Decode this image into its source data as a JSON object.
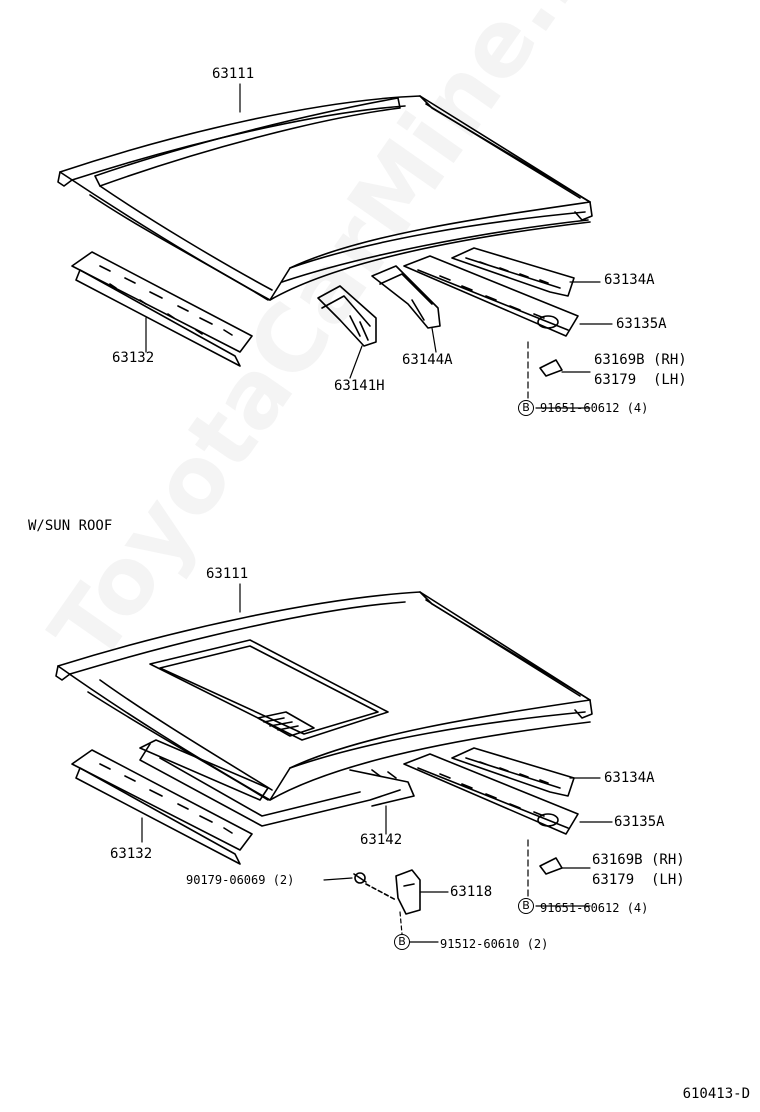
{
  "section_label": "W/SUN ROOF",
  "diagram_code": "610413-D",
  "watermark": "ToyotaCarMine.ru",
  "bolt_marker": "B",
  "top": {
    "roof_panel": "63111",
    "front_header": "63132",
    "bracket_1": "63141H",
    "bracket_2": "63144A",
    "rail_a": "63134A",
    "rail_b": "63135A",
    "rh_part": "63169B (RH)",
    "lh_part": "63179  (LH)",
    "bolt": "91651-60612 (4)"
  },
  "bottom": {
    "roof_panel": "63111",
    "front_header": "63132",
    "sunroof_frame": "63142",
    "clip": "90179-06069 (2)",
    "bracket": "63118",
    "rail_a": "63134A",
    "rail_b": "63135A",
    "rh_part": "63169B (RH)",
    "lh_part": "63179  (LH)",
    "bolt": "91651-60612 (4)",
    "bracket_bolt": "91512-60610 (2)"
  }
}
